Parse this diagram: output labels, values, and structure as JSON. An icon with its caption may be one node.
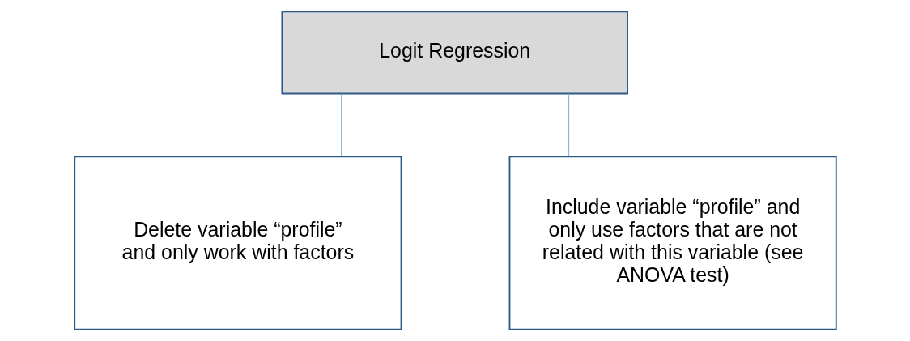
{
  "diagram": {
    "nodes": [
      {
        "text": [
          "Logit Regression"
        ]
      },
      {
        "text": [
          "Delete variable “profile” and only work with factors"
        ]
      },
      {
        "text": [
          "Include variable “profile” and only use factors that are not related with this variable (see ANOVA test)"
        ]
      }
    ],
    "edges": [
      {
        "from": 0,
        "to": 1,
        "arrow": "none"
      },
      {
        "from": 0,
        "to": 2,
        "arrow": "none"
      }
    ]
  }
}
